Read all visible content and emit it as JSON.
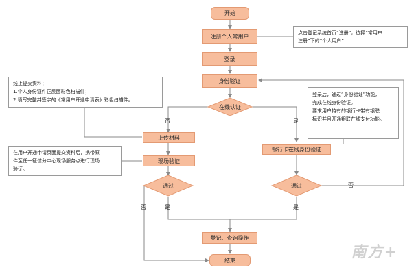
{
  "colors": {
    "box_fill": "#f7bd9c",
    "box_border": "#e39a73",
    "line": "#8a8a8a"
  },
  "nodes": {
    "start": "开始",
    "register_user": "注册个人常用户",
    "login": "登录",
    "identity_verify": "身份验证",
    "online_auth": "在线认证",
    "upload_materials": "上传材料",
    "onsite_verify": "现场验证",
    "pass_left": "通过",
    "bank_card_verify": "银行卡在线身份验证",
    "pass_right": "通过",
    "register_query": "登记、查询操作",
    "end": "结束"
  },
  "notes": {
    "register_note": [
      "点击登记系统首页“注册”，选择“常用户",
      "注册”下的“个人用户”"
    ],
    "online_submit_note": [
      "线上提交资料：",
      "1.个人身份证件正反面彩色扫描件；",
      "2.填写完整并签字的《常用户开通申请表》彩色扫描件。"
    ],
    "onsite_note": [
      "在用户开通申请页面提交资料后，携带原",
      "件至任一征信分中心现场服务点进行现场",
      "验证。"
    ],
    "bank_note": [
      "登录后，通过“身份验证”功能，",
      "完成在线身份验证。",
      "要求用户持有的银行卡带有银联",
      "标识并且开通银联在线支付功能。"
    ]
  },
  "edge_labels": {
    "no_left": "否",
    "yes_right": "是",
    "yes_left": "是",
    "no_far_left": "否",
    "yes_bottom_right": "是",
    "no_right": "否"
  },
  "watermark": "南方+"
}
